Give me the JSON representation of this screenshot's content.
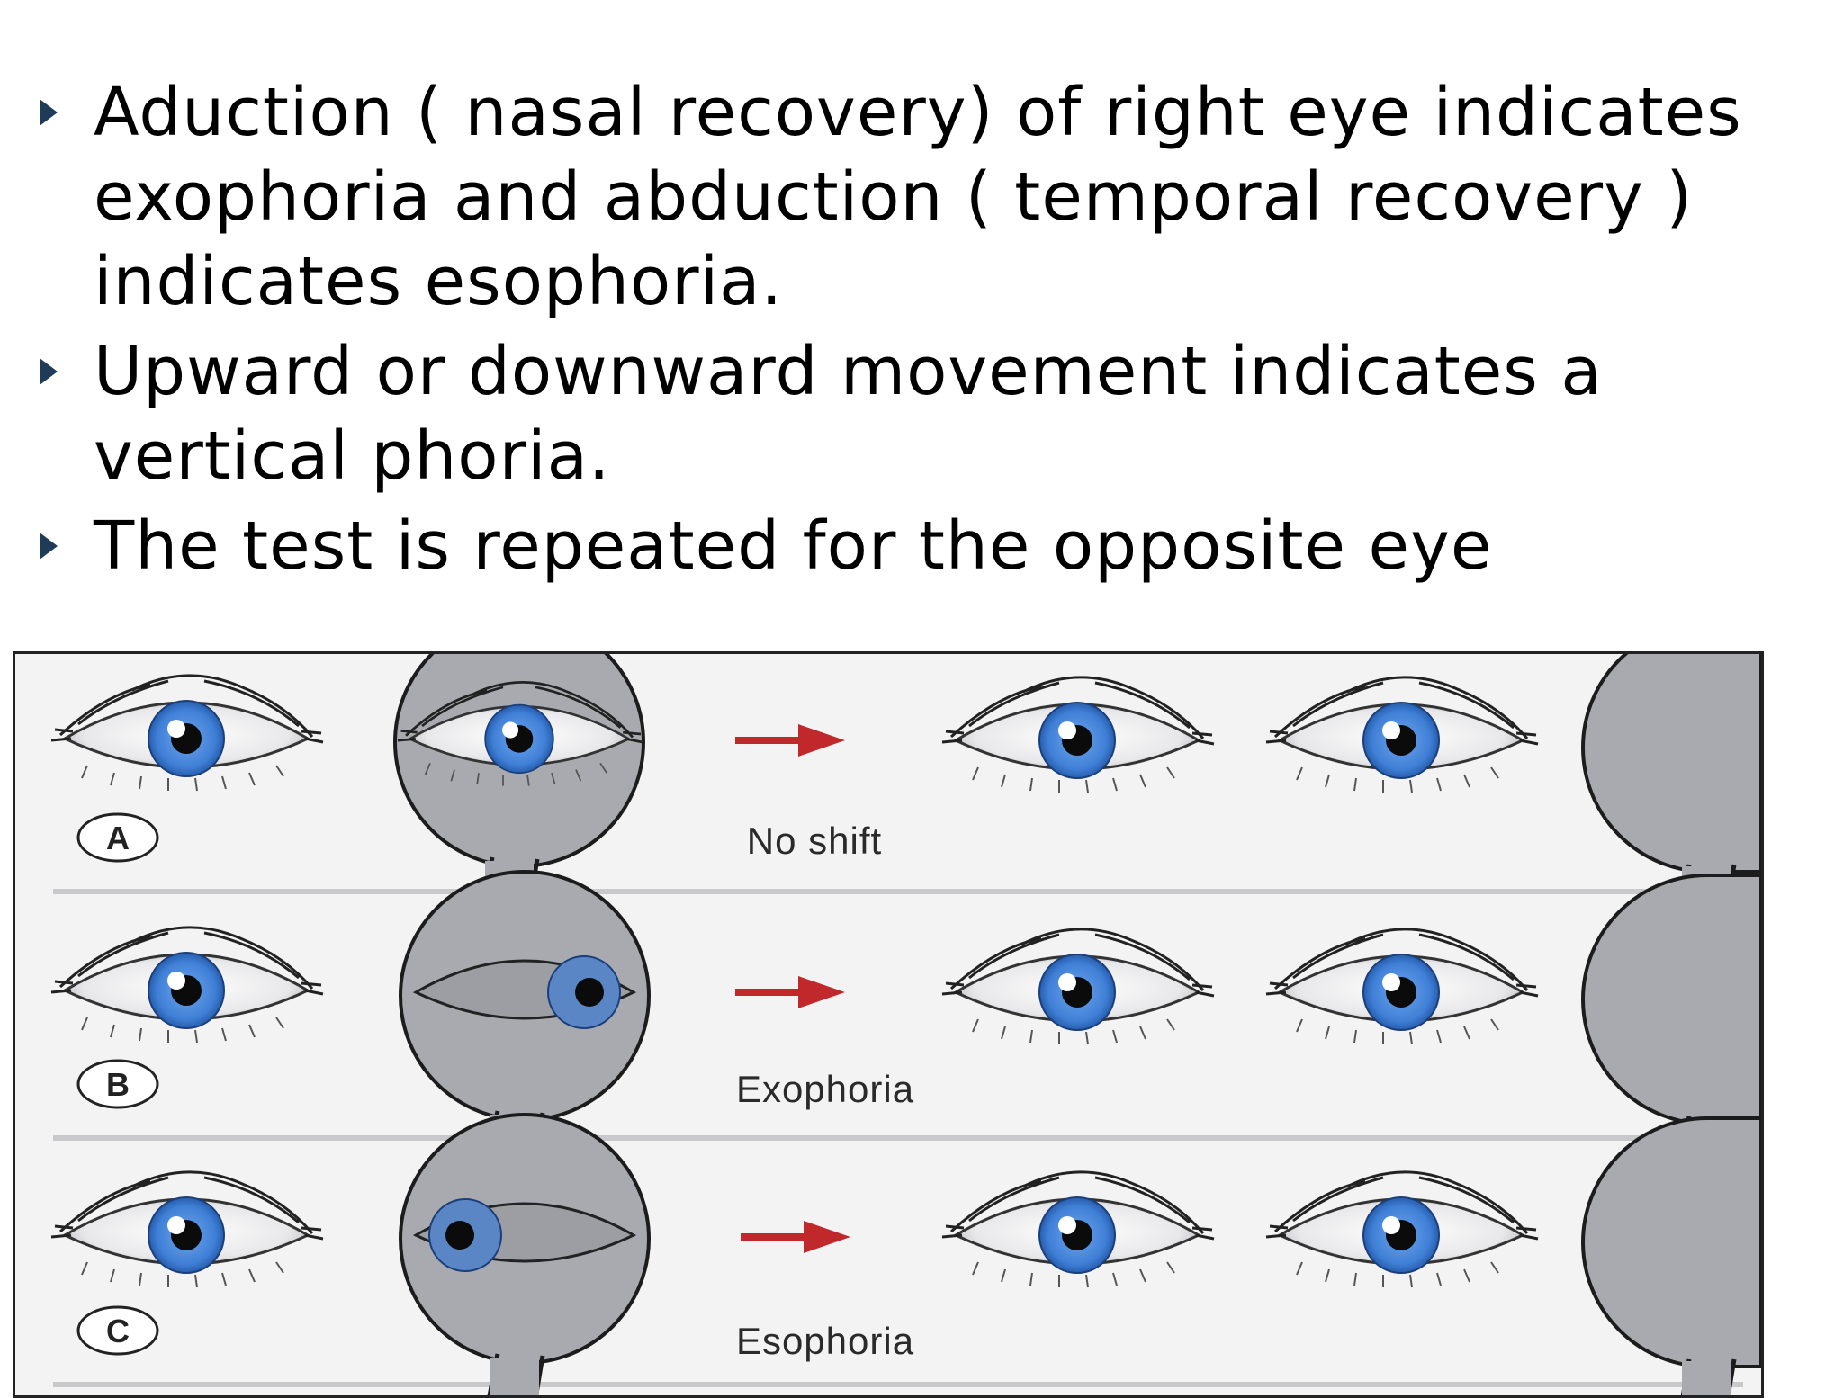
{
  "slide": {
    "bullets": [
      {
        "text": "Aduction ( nasal recovery) of right eye indicates exophoria and abduction ( temporal recovery ) indicates esophoria."
      },
      {
        "text": "Upward or downward movement indicates a vertical phoria."
      },
      {
        "text": "The test is repeated for the opposite eye"
      }
    ]
  },
  "figure": {
    "rows": [
      {
        "letter": "A",
        "caption": "No shift"
      },
      {
        "letter": "B",
        "caption": "Exophoria"
      },
      {
        "letter": "C",
        "caption": "Esophoria"
      }
    ],
    "colors": {
      "iris": "#3f7fd6",
      "occluder": "#a8aab0",
      "arrow": "#c0282c"
    }
  }
}
